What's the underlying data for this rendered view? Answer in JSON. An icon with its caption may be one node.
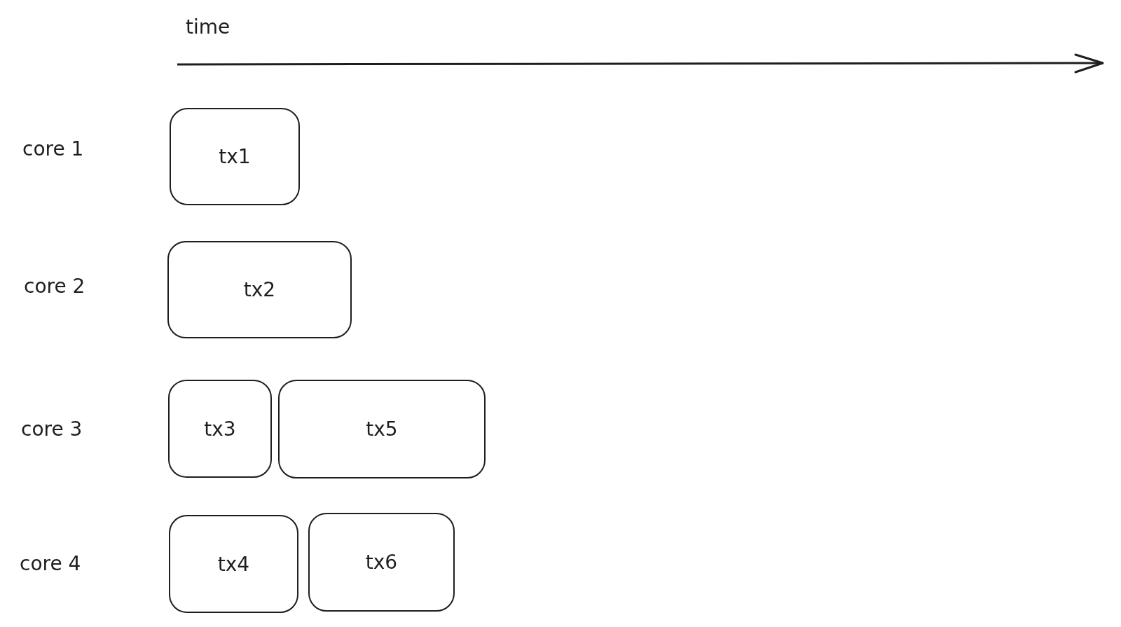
{
  "diagram": {
    "nodes": [
      {
        "text": [
          "tx1"
        ]
      },
      {
        "text": [
          "tx2"
        ]
      },
      {
        "text": [
          "tx3"
        ]
      },
      {
        "text": [
          "tx5"
        ]
      },
      {
        "text": [
          "tx4"
        ]
      },
      {
        "text": [
          "tx6"
        ]
      }
    ],
    "edges": [],
    "labels": [
      "time",
      "core 1",
      "core 2",
      "core 3",
      "core 4"
    ]
  }
}
